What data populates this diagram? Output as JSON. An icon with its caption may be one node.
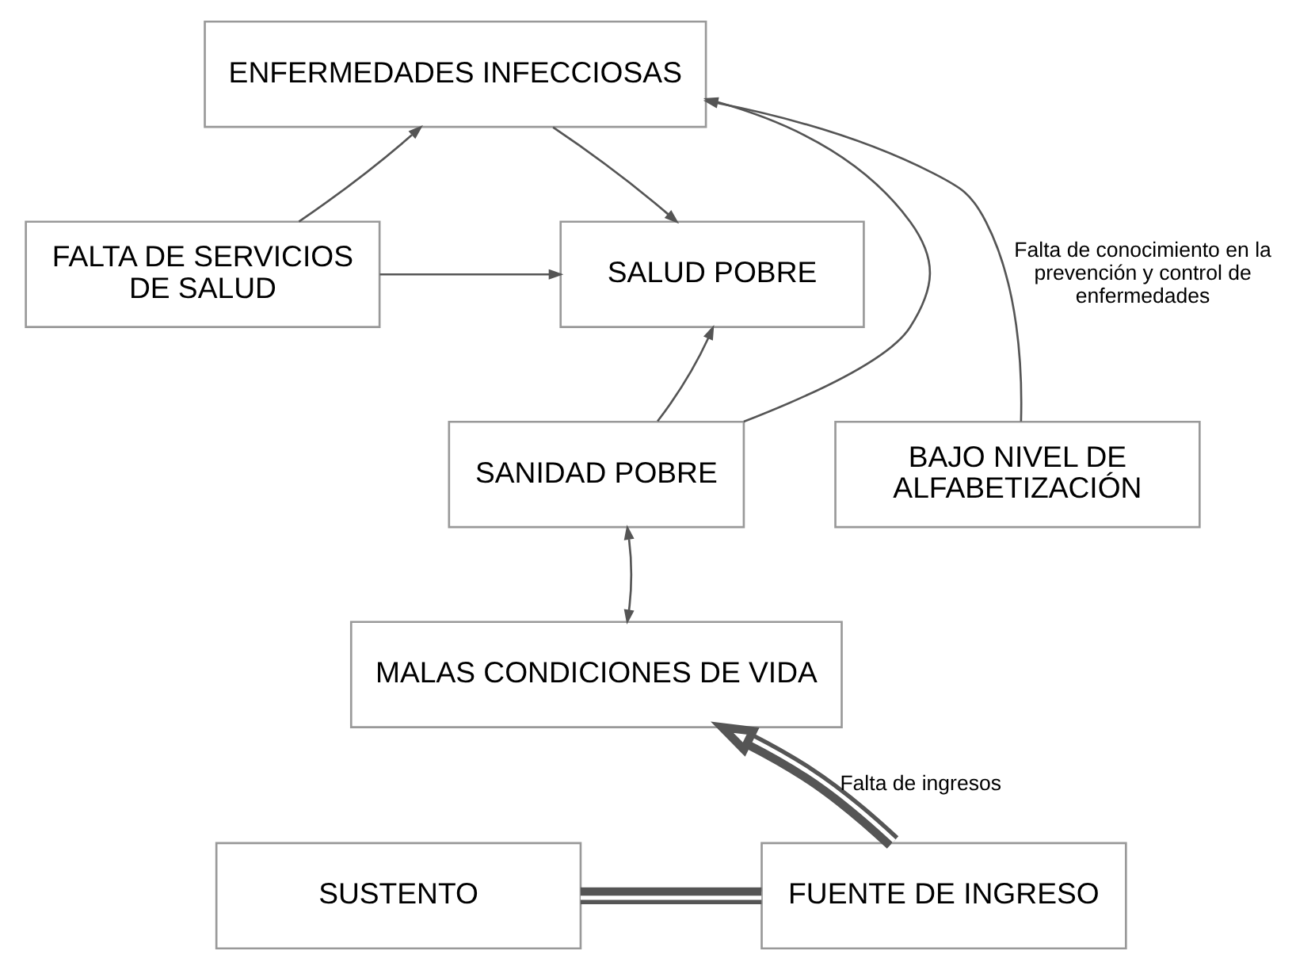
{
  "diagram": {
    "nodes": [
      {
        "text": [
          "ENFERMEDADES INFECCIOSAS"
        ]
      },
      {
        "text": [
          "FALTA DE SERVICIOS DE SALUD"
        ]
      },
      {
        "text": [
          "SALUD POBRE"
        ]
      },
      {
        "text": [
          "SANIDAD POBRE"
        ]
      },
      {
        "text": [
          "BAJO NIVEL DE ALFABETIZACIÓN"
        ]
      },
      {
        "text": [
          "MALAS CONDICIONES DE VIDA"
        ]
      },
      {
        "text": [
          "SUSTENTO"
        ]
      },
      {
        "text": [
          "FUENTE DE INGRESO"
        ]
      }
    ],
    "edges": [
      {
        "from": 1,
        "to": 0,
        "arrow": "to"
      },
      {
        "from": 1,
        "to": 2,
        "arrow": "to"
      },
      {
        "from": 0,
        "to": 2,
        "arrow": "to"
      },
      {
        "from": 3,
        "to": 0,
        "arrow": "to"
      },
      {
        "from": 3,
        "to": 2,
        "arrow": "to"
      },
      {
        "from": 3,
        "to": 5,
        "arrow": "both"
      },
      {
        "from": 7,
        "to": 5,
        "arrow": "to",
        "label": "Falta de ingresos",
        "style": "thick"
      },
      {
        "from": 4,
        "to": 0,
        "arrow": "to",
        "label": "Falta de conocimiento en la prevención y control de enfermedades"
      },
      {
        "from": 6,
        "to": 7,
        "arrow": "none",
        "style": "thick"
      }
    ]
  }
}
